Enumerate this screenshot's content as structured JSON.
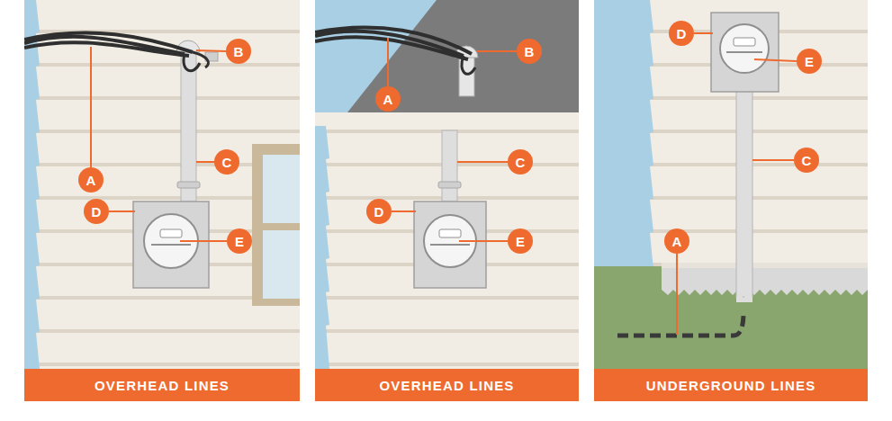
{
  "diagram": {
    "nodes": [
      {
        "text": [
          "B"
        ]
      },
      {
        "text": [
          "A"
        ]
      },
      {
        "text": [
          "C"
        ]
      },
      {
        "text": [
          "D"
        ]
      },
      {
        "text": [
          "E"
        ]
      },
      {
        "text": [
          "OVERHEAD LINES"
        ]
      },
      {
        "text": [
          "B"
        ]
      },
      {
        "text": [
          "A"
        ]
      },
      {
        "text": [
          "C"
        ]
      },
      {
        "text": [
          "D"
        ]
      },
      {
        "text": [
          "E"
        ]
      },
      {
        "text": [
          "OVERHEAD LINES"
        ]
      },
      {
        "text": [
          "D"
        ]
      },
      {
        "text": [
          "E"
        ]
      },
      {
        "text": [
          "C"
        ]
      },
      {
        "text": [
          "A"
        ]
      },
      {
        "text": [
          "UNDERGROUND LINES"
        ]
      }
    ]
  }
}
